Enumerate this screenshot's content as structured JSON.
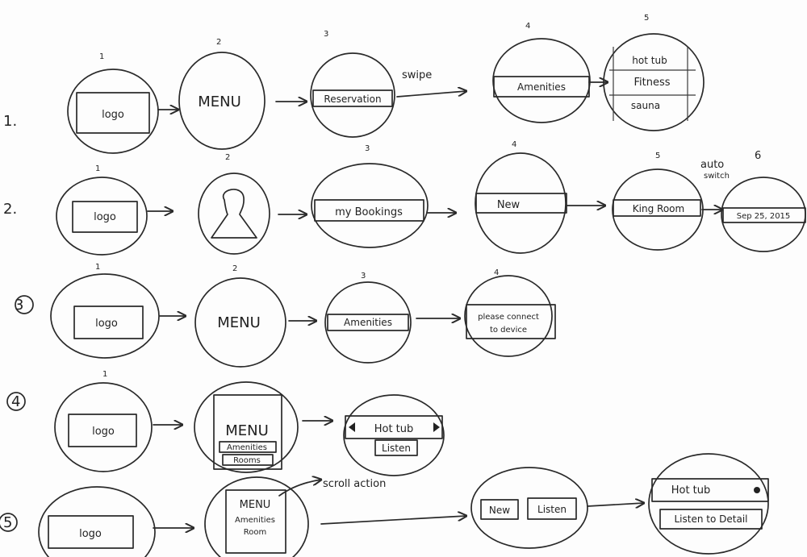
{
  "rows": [
    {
      "number": "1.",
      "annotations": [
        "swipe"
      ],
      "screens": [
        {
          "step": "1",
          "texts": [
            "logo"
          ]
        },
        {
          "step": "2",
          "texts": [
            "MENU"
          ]
        },
        {
          "step": "3",
          "texts": [
            "Reservation"
          ]
        },
        {
          "step": "4",
          "texts": [
            "Amenities"
          ]
        },
        {
          "step": "5",
          "texts": [
            "hot tub",
            "Fitness",
            "sauna"
          ]
        }
      ]
    },
    {
      "number": "2.",
      "annotations": [
        "auto",
        "switch"
      ],
      "screens": [
        {
          "step": "1",
          "texts": [
            "logo"
          ]
        },
        {
          "step": "2",
          "texts": []
        },
        {
          "step": "3",
          "texts": [
            "my Bookings"
          ]
        },
        {
          "step": "4",
          "texts": [
            "New"
          ]
        },
        {
          "step": "5",
          "texts": [
            "King Room"
          ]
        },
        {
          "step": "6",
          "texts": [
            "Sep 25, 2015"
          ]
        }
      ]
    },
    {
      "number": "3",
      "annotations": [],
      "screens": [
        {
          "step": "1",
          "texts": [
            "logo"
          ]
        },
        {
          "step": "2",
          "texts": [
            "MENU"
          ]
        },
        {
          "step": "3",
          "texts": [
            "Amenities"
          ]
        },
        {
          "step": "4",
          "texts": [
            "please connect",
            "to device"
          ]
        }
      ]
    },
    {
      "number": "4",
      "annotations": [],
      "screens": [
        {
          "step": "1",
          "texts": [
            "logo"
          ]
        },
        {
          "step": "",
          "texts": [
            "MENU",
            "Amenities",
            "Rooms"
          ]
        },
        {
          "step": "",
          "texts": [
            "Hot tub",
            "Listen"
          ]
        }
      ]
    },
    {
      "number": "5",
      "annotations": [
        "scroll action"
      ],
      "screens": [
        {
          "step": "",
          "texts": [
            "logo"
          ]
        },
        {
          "step": "",
          "texts": [
            "MENU",
            "Amenities",
            "Room"
          ]
        },
        {
          "step": "",
          "texts": [
            "New",
            "Listen"
          ]
        },
        {
          "step": "",
          "texts": [
            "Hot tub",
            "Listen to Detail"
          ]
        }
      ]
    }
  ]
}
